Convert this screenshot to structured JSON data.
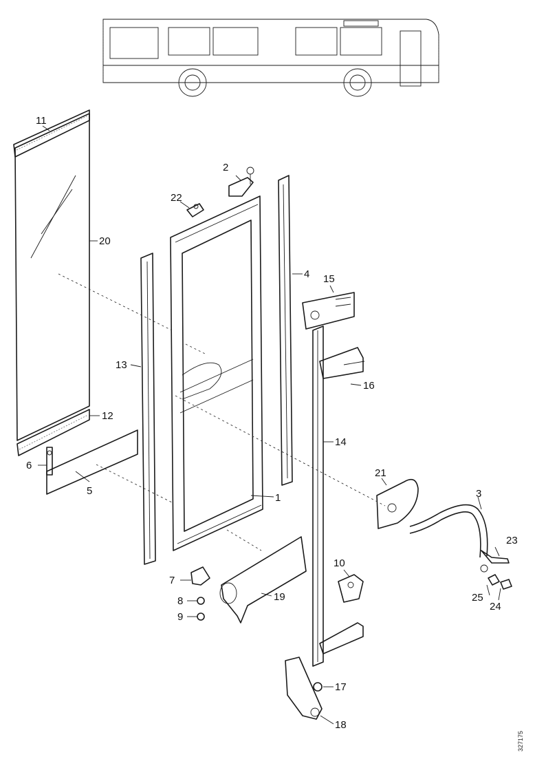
{
  "callouts": [
    "1",
    "2",
    "3",
    "4",
    "5",
    "6",
    "7",
    "8",
    "9",
    "10",
    "11",
    "12",
    "13",
    "14",
    "15",
    "16",
    "17",
    "18",
    "19",
    "20",
    "21",
    "22",
    "23",
    "24",
    "25"
  ],
  "reference_number": "327175"
}
